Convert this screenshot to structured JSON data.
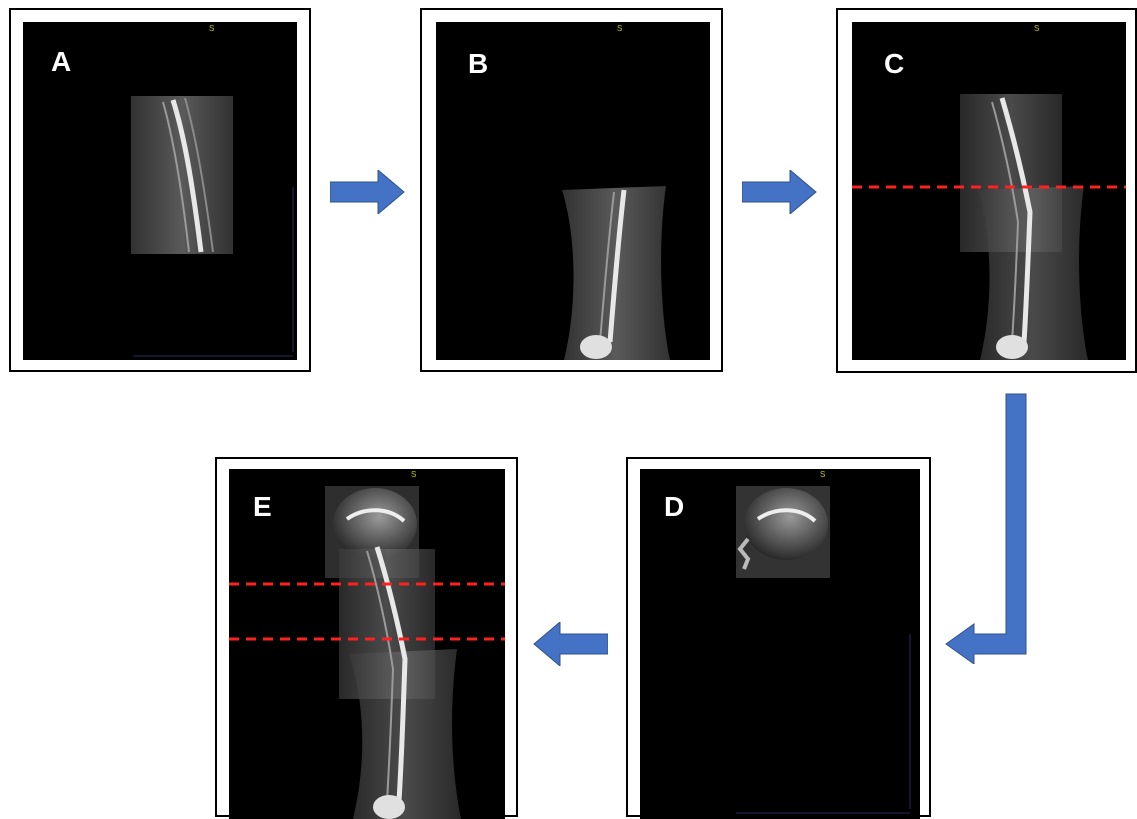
{
  "panels": [
    {
      "id": "A",
      "label": "A",
      "marker": "S"
    },
    {
      "id": "B",
      "label": "B",
      "marker": "S"
    },
    {
      "id": "C",
      "label": "C",
      "marker": "S"
    },
    {
      "id": "D",
      "label": "D",
      "marker": "S"
    },
    {
      "id": "E",
      "label": "E",
      "marker": "S"
    }
  ],
  "colors": {
    "arrow": "#4472c4",
    "cut_line": "#ff2020",
    "screen": "#000000",
    "marker": "#c8c800"
  },
  "flow": [
    "A",
    "B",
    "C",
    "D",
    "E"
  ]
}
